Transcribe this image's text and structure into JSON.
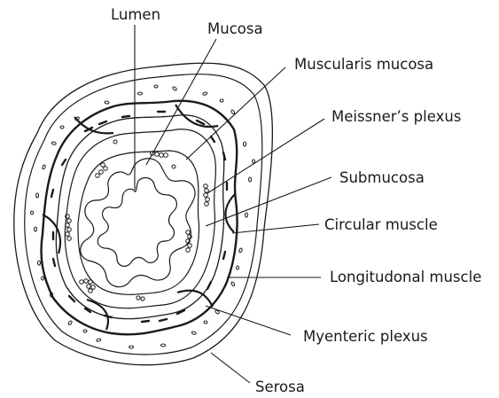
{
  "diagram": {
    "labels": {
      "lumen": "Lumen",
      "mucosa": "Mucosa",
      "muscularis_mucosa": "Muscularis mucosa",
      "meissners_plexus": "Meissner’s plexus",
      "submucosa": "Submucosa",
      "circular_muscle": "Circular muscle",
      "longitudinal_muscle": "Longitudonal muscle",
      "myenteric_plexus": "Myenteric plexus",
      "serosa": "Serosa"
    },
    "colors": {
      "ink": "#1a1a1a",
      "background": "#ffffff"
    }
  }
}
